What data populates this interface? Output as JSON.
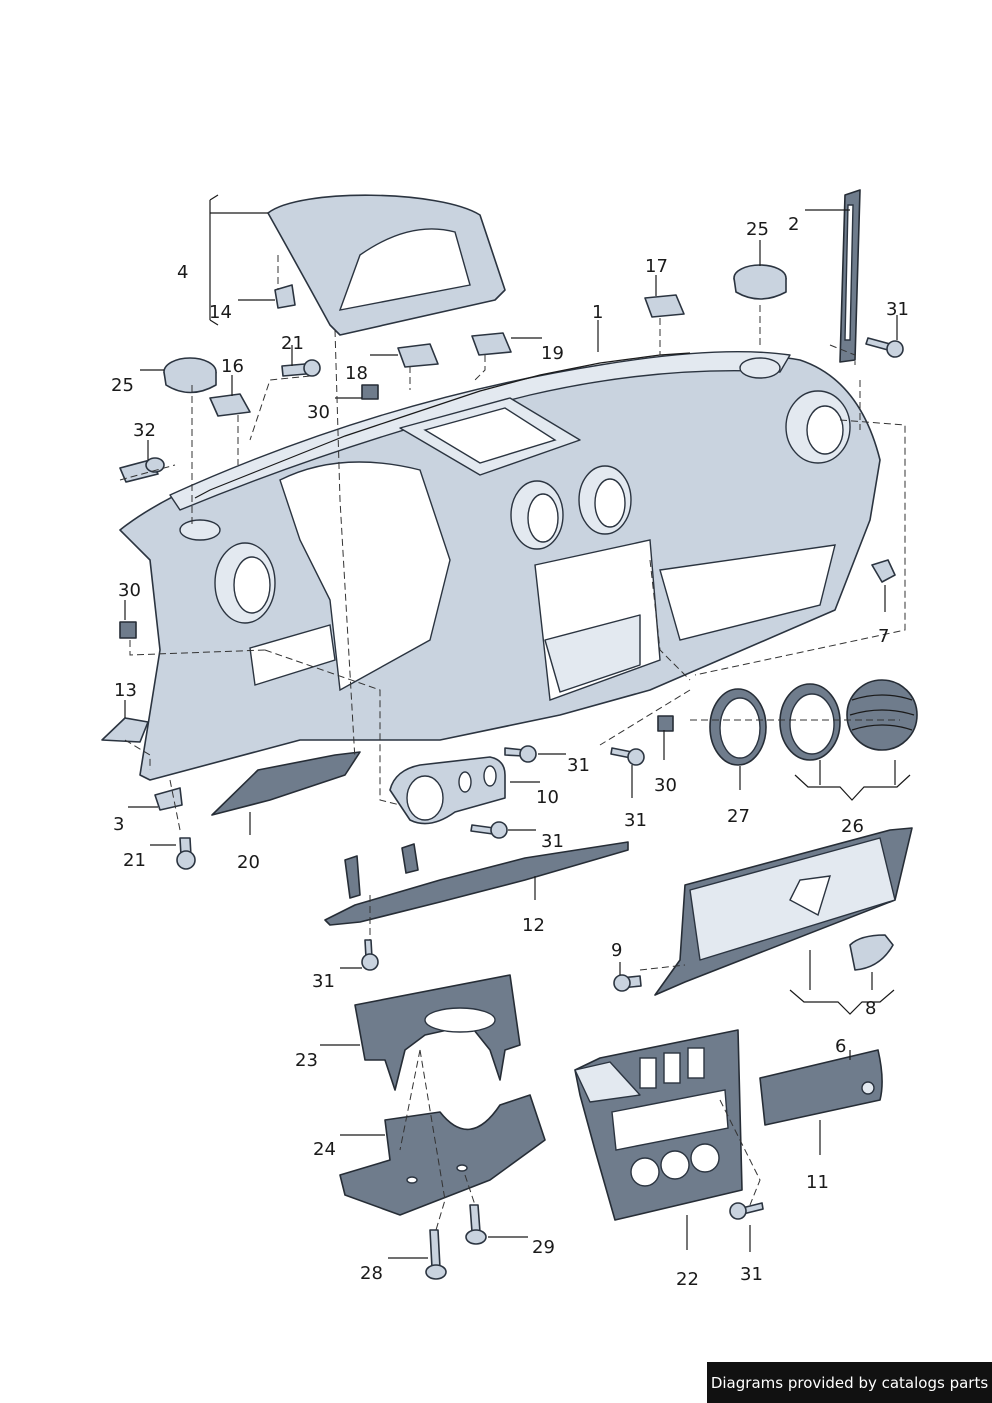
{
  "labels": {
    "l1": "1",
    "l2": "2",
    "l3": "3",
    "l4": "4",
    "l6": "6",
    "l7": "7",
    "l8": "8",
    "l9": "9",
    "l10": "10",
    "l11": "11",
    "l12": "12",
    "l13": "13",
    "l14": "14",
    "l16": "16",
    "l17": "17",
    "l18": "18",
    "l19": "19",
    "l20": "20",
    "l21a": "21",
    "l21b": "21",
    "l22": "22",
    "l23": "23",
    "l24": "24",
    "l25a": "25",
    "l25b": "25",
    "l26": "26",
    "l27": "27",
    "l28": "28",
    "l29": "29",
    "l30a": "30",
    "l30b": "30",
    "l30c": "30",
    "l31a": "31",
    "l31b": "31",
    "l31c": "31",
    "l31d": "31",
    "l31e": "31",
    "l31f": "31",
    "l32": "32"
  },
  "credit": "Diagrams provided by catalogs parts"
}
